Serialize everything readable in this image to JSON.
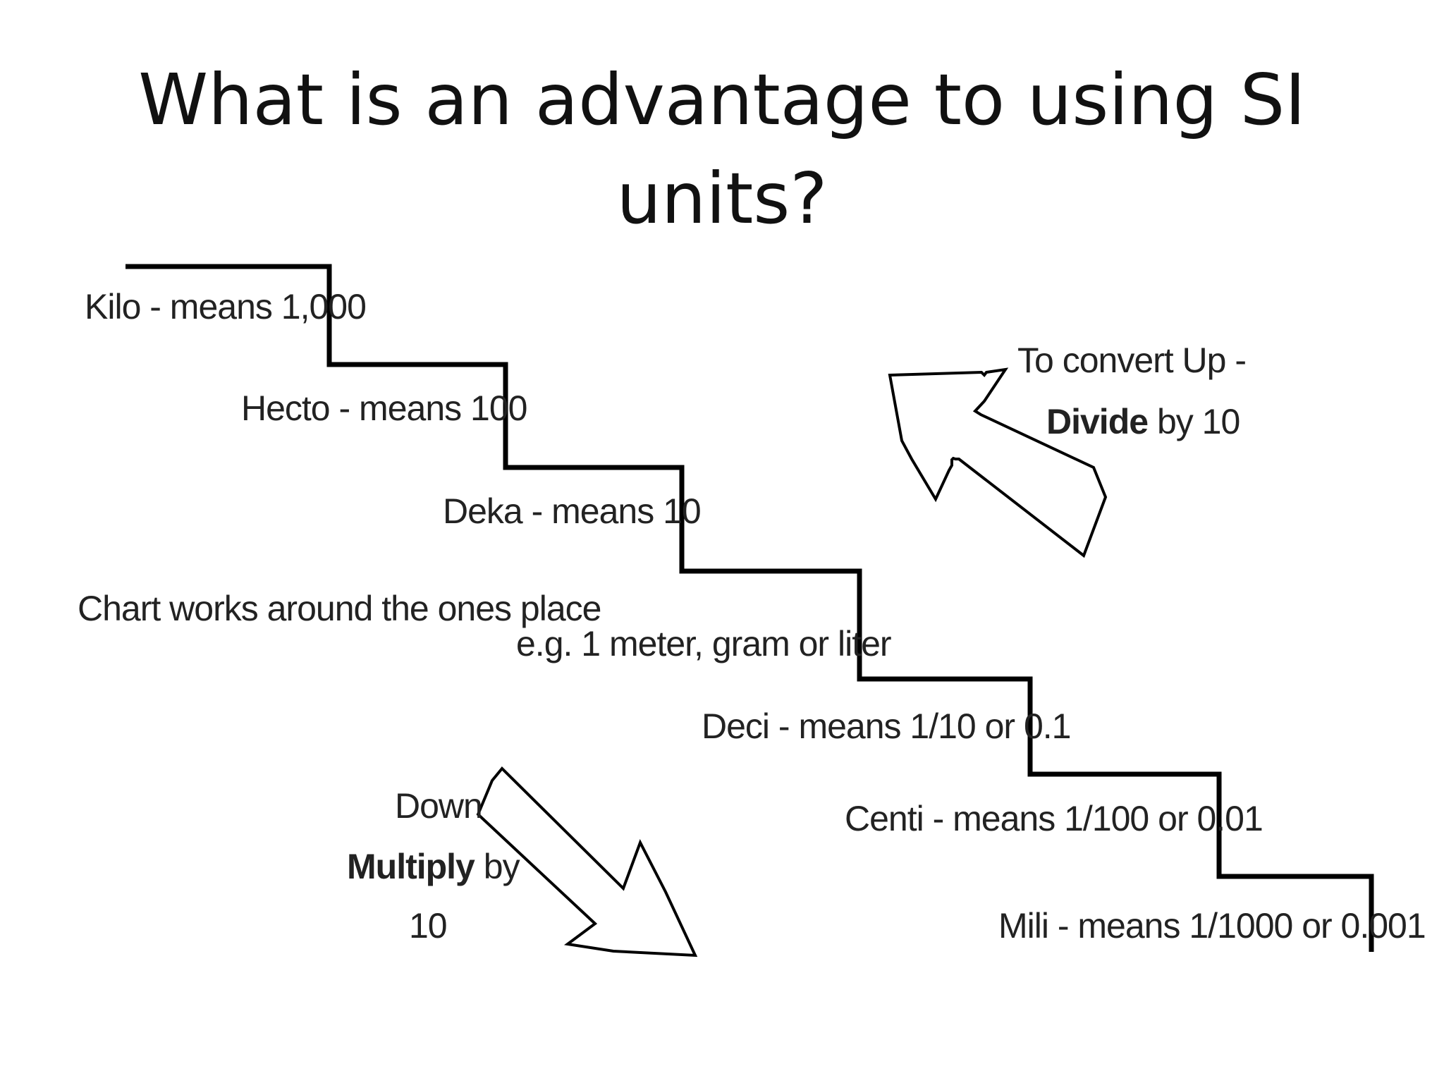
{
  "title": "What is an advantage to using SI units?",
  "steps": [
    {
      "prefix_text": "Kilo - means 1,000"
    },
    {
      "prefix_text": "Hecto - means 100"
    },
    {
      "prefix_text": "Deka - means 10"
    },
    {
      "prefix_text": "Deci - means 1/10 or 0.1"
    },
    {
      "prefix_text": "Centi - means 1/100 or 0.01"
    },
    {
      "prefix_text": "Mili - means 1/1000 or 0.001"
    }
  ],
  "base_note": {
    "line1": "Chart works around the ones place",
    "line2": "e.g. 1 meter, gram or liter"
  },
  "convert_up": {
    "line1": "To convert Up -",
    "bold_word": "Divide",
    "rest": " by 10"
  },
  "convert_down": {
    "line1": "Down",
    "bold_word": "Multiply",
    "rest": " by",
    "line3": "10"
  },
  "icons": {
    "up_arrow": "arrow-up-left-icon",
    "down_arrow": "arrow-down-right-icon"
  },
  "colors": {
    "line": "#000000",
    "text": "#222222",
    "background": "#ffffff"
  }
}
